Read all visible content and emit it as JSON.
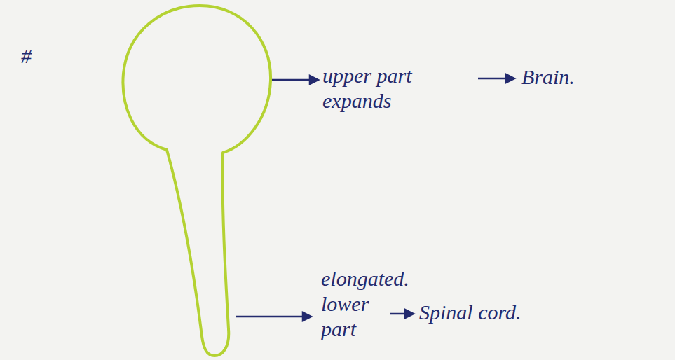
{
  "diagram": {
    "labels": [
      "#",
      "upper part expands",
      "Brain.",
      "elongated. lower part",
      "Spinal cord."
    ]
  }
}
